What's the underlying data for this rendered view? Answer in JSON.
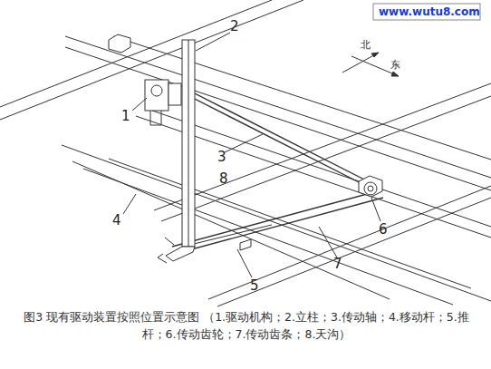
{
  "diagram": {
    "caption": "图3 现有驱动装置按照位置示意图 （1.驱动机构；2.立柱；3.传动轴；4.移动杆；5.推杆；6.传动齿轮；7.传动齿条；8.天沟）",
    "labels": [
      "www.wutu8.com",
      "2",
      "北",
      "东",
      "1",
      "3",
      "8",
      "4",
      "6",
      "7",
      "5"
    ]
  }
}
